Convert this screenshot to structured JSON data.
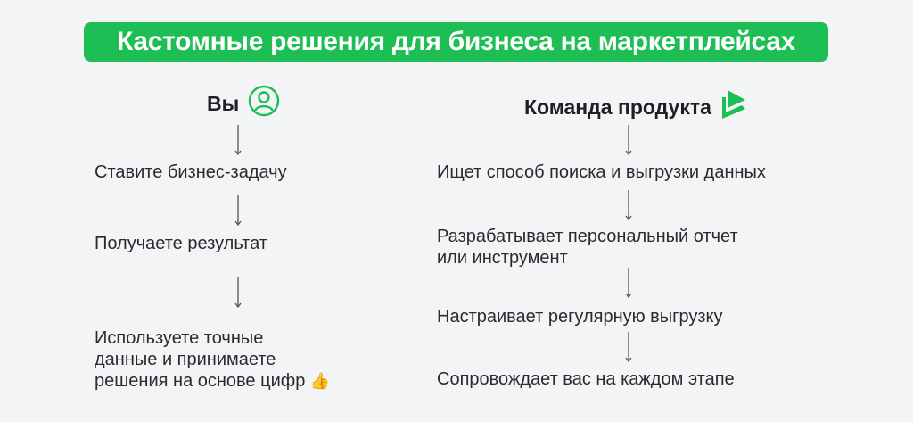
{
  "banner": {
    "title": "Кастомные решения для бизнеса на маркетплейсах",
    "color": "#1dbf55"
  },
  "left": {
    "heading": "Вы",
    "icon": "user-circle-icon",
    "steps": [
      {
        "text": "Ставите бизнес-задачу"
      },
      {
        "text": "Получаете результат"
      },
      {
        "lines": [
          "Используете точные",
          "данные и принимаете",
          "решения на основе цифр"
        ],
        "emoji": "👍"
      }
    ]
  },
  "right": {
    "heading": "Команда продукта",
    "icon": "product-logo-icon",
    "steps": [
      {
        "text": "Ищет способ поиска и выгрузки данных"
      },
      {
        "lines": [
          "Разрабатывает персональный отчет",
          "или инструмент"
        ]
      },
      {
        "text": "Настраивает регулярную выгрузку"
      },
      {
        "text": "Сопровождает вас на каждом этапе"
      }
    ]
  },
  "colors": {
    "accent": "#1dbf55",
    "text": "#1f2024",
    "background": "#f3f4f6",
    "arrow": "#555555"
  }
}
